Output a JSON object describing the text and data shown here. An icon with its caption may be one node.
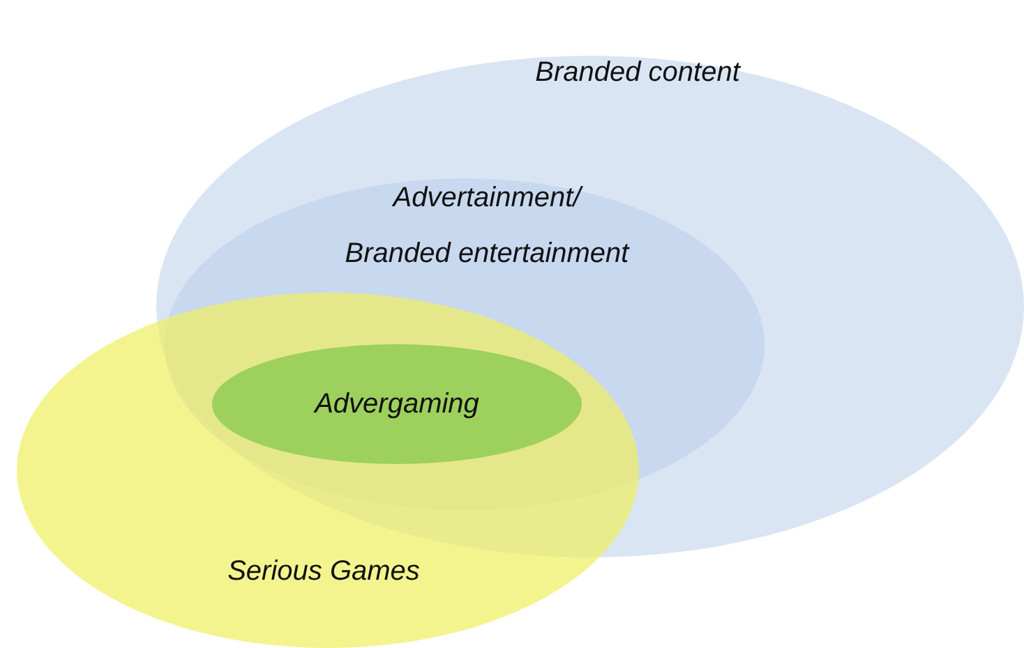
{
  "diagram": {
    "nodes": [
      {
        "text": [
          "Branded content"
        ]
      },
      {
        "text": [
          "Advertainment/ Branded entertainment"
        ],
        "in": 0
      },
      {
        "text": [
          "Advergaming"
        ]
      },
      {
        "text": [
          "Serious Games"
        ]
      }
    ]
  }
}
